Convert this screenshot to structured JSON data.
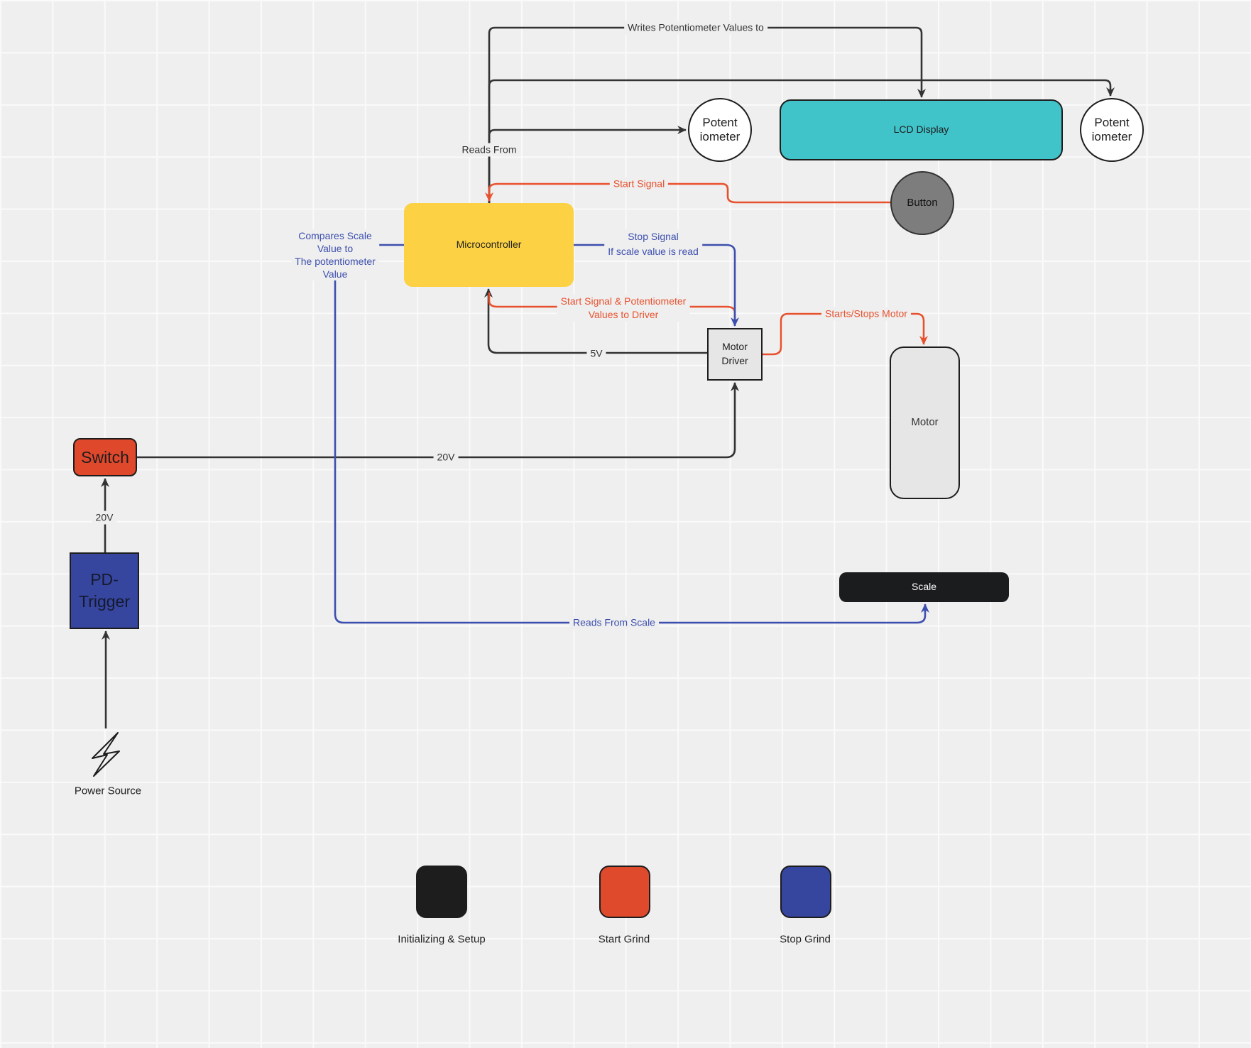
{
  "app": {
    "type": "diagram-canvas"
  },
  "nodes": {
    "microcontroller": {
      "label": "Microcontroller",
      "fill": "#fcd144"
    },
    "lcd_display": {
      "label": "LCD Display",
      "fill": "#41c3ca"
    },
    "potentiometer_left": {
      "label_line1": "Potent",
      "label_line2": "iometer",
      "fill": "#ffffff"
    },
    "potentiometer_right": {
      "label_line1": "Potent",
      "label_line2": "iometer",
      "fill": "#ffffff"
    },
    "button": {
      "label": "Button",
      "fill": "#7d7d7d"
    },
    "motor_driver": {
      "label_line1": "Motor",
      "label_line2": "Driver",
      "fill": "#e6e6e6"
    },
    "motor": {
      "label": "Motor",
      "fill": "#e6e6e6"
    },
    "switch": {
      "label": "Switch",
      "fill": "#e0482c"
    },
    "pd_trigger": {
      "label_line1": "PD-",
      "label_line2": "Trigger",
      "fill": "#36459e"
    },
    "power_source": {
      "label": "Power Source"
    },
    "scale": {
      "label": "Scale",
      "fill": "#1b1c1e"
    }
  },
  "edge_labels": {
    "writes_potentiometer_values_to": "Writes Potentiometer Values to",
    "reads_from": "Reads From",
    "start_signal": "Start Signal",
    "stop_signal_line1": "Stop Signal",
    "stop_signal_line2": "If scale value is read",
    "compares_line1": "Compares Scale",
    "compares_line2": "Value to",
    "compares_line3": "The potentiometer",
    "compares_line4": "Value",
    "start_signal_pot_line1": "Start Signal & Potentiometer",
    "start_signal_pot_line2": "Values to Driver",
    "supply_5v": "5V",
    "supply_20v_motor": "20V",
    "supply_20v_switch": "20V",
    "starts_stops_motor": "Starts/Stops Motor",
    "reads_from_scale": "Reads From Scale"
  },
  "legend": [
    {
      "label": "Initializing & Setup",
      "color": "#1d1d1d"
    },
    {
      "label": "Start Grind",
      "color": "#de4a2b"
    },
    {
      "label": "Stop Grind",
      "color": "#36459e"
    }
  ],
  "colors": {
    "background": "#efefef",
    "grid_line": "#fafafa",
    "edge_black": "#333333",
    "edge_red": "#e8512e",
    "edge_blue": "#3d4fae"
  }
}
